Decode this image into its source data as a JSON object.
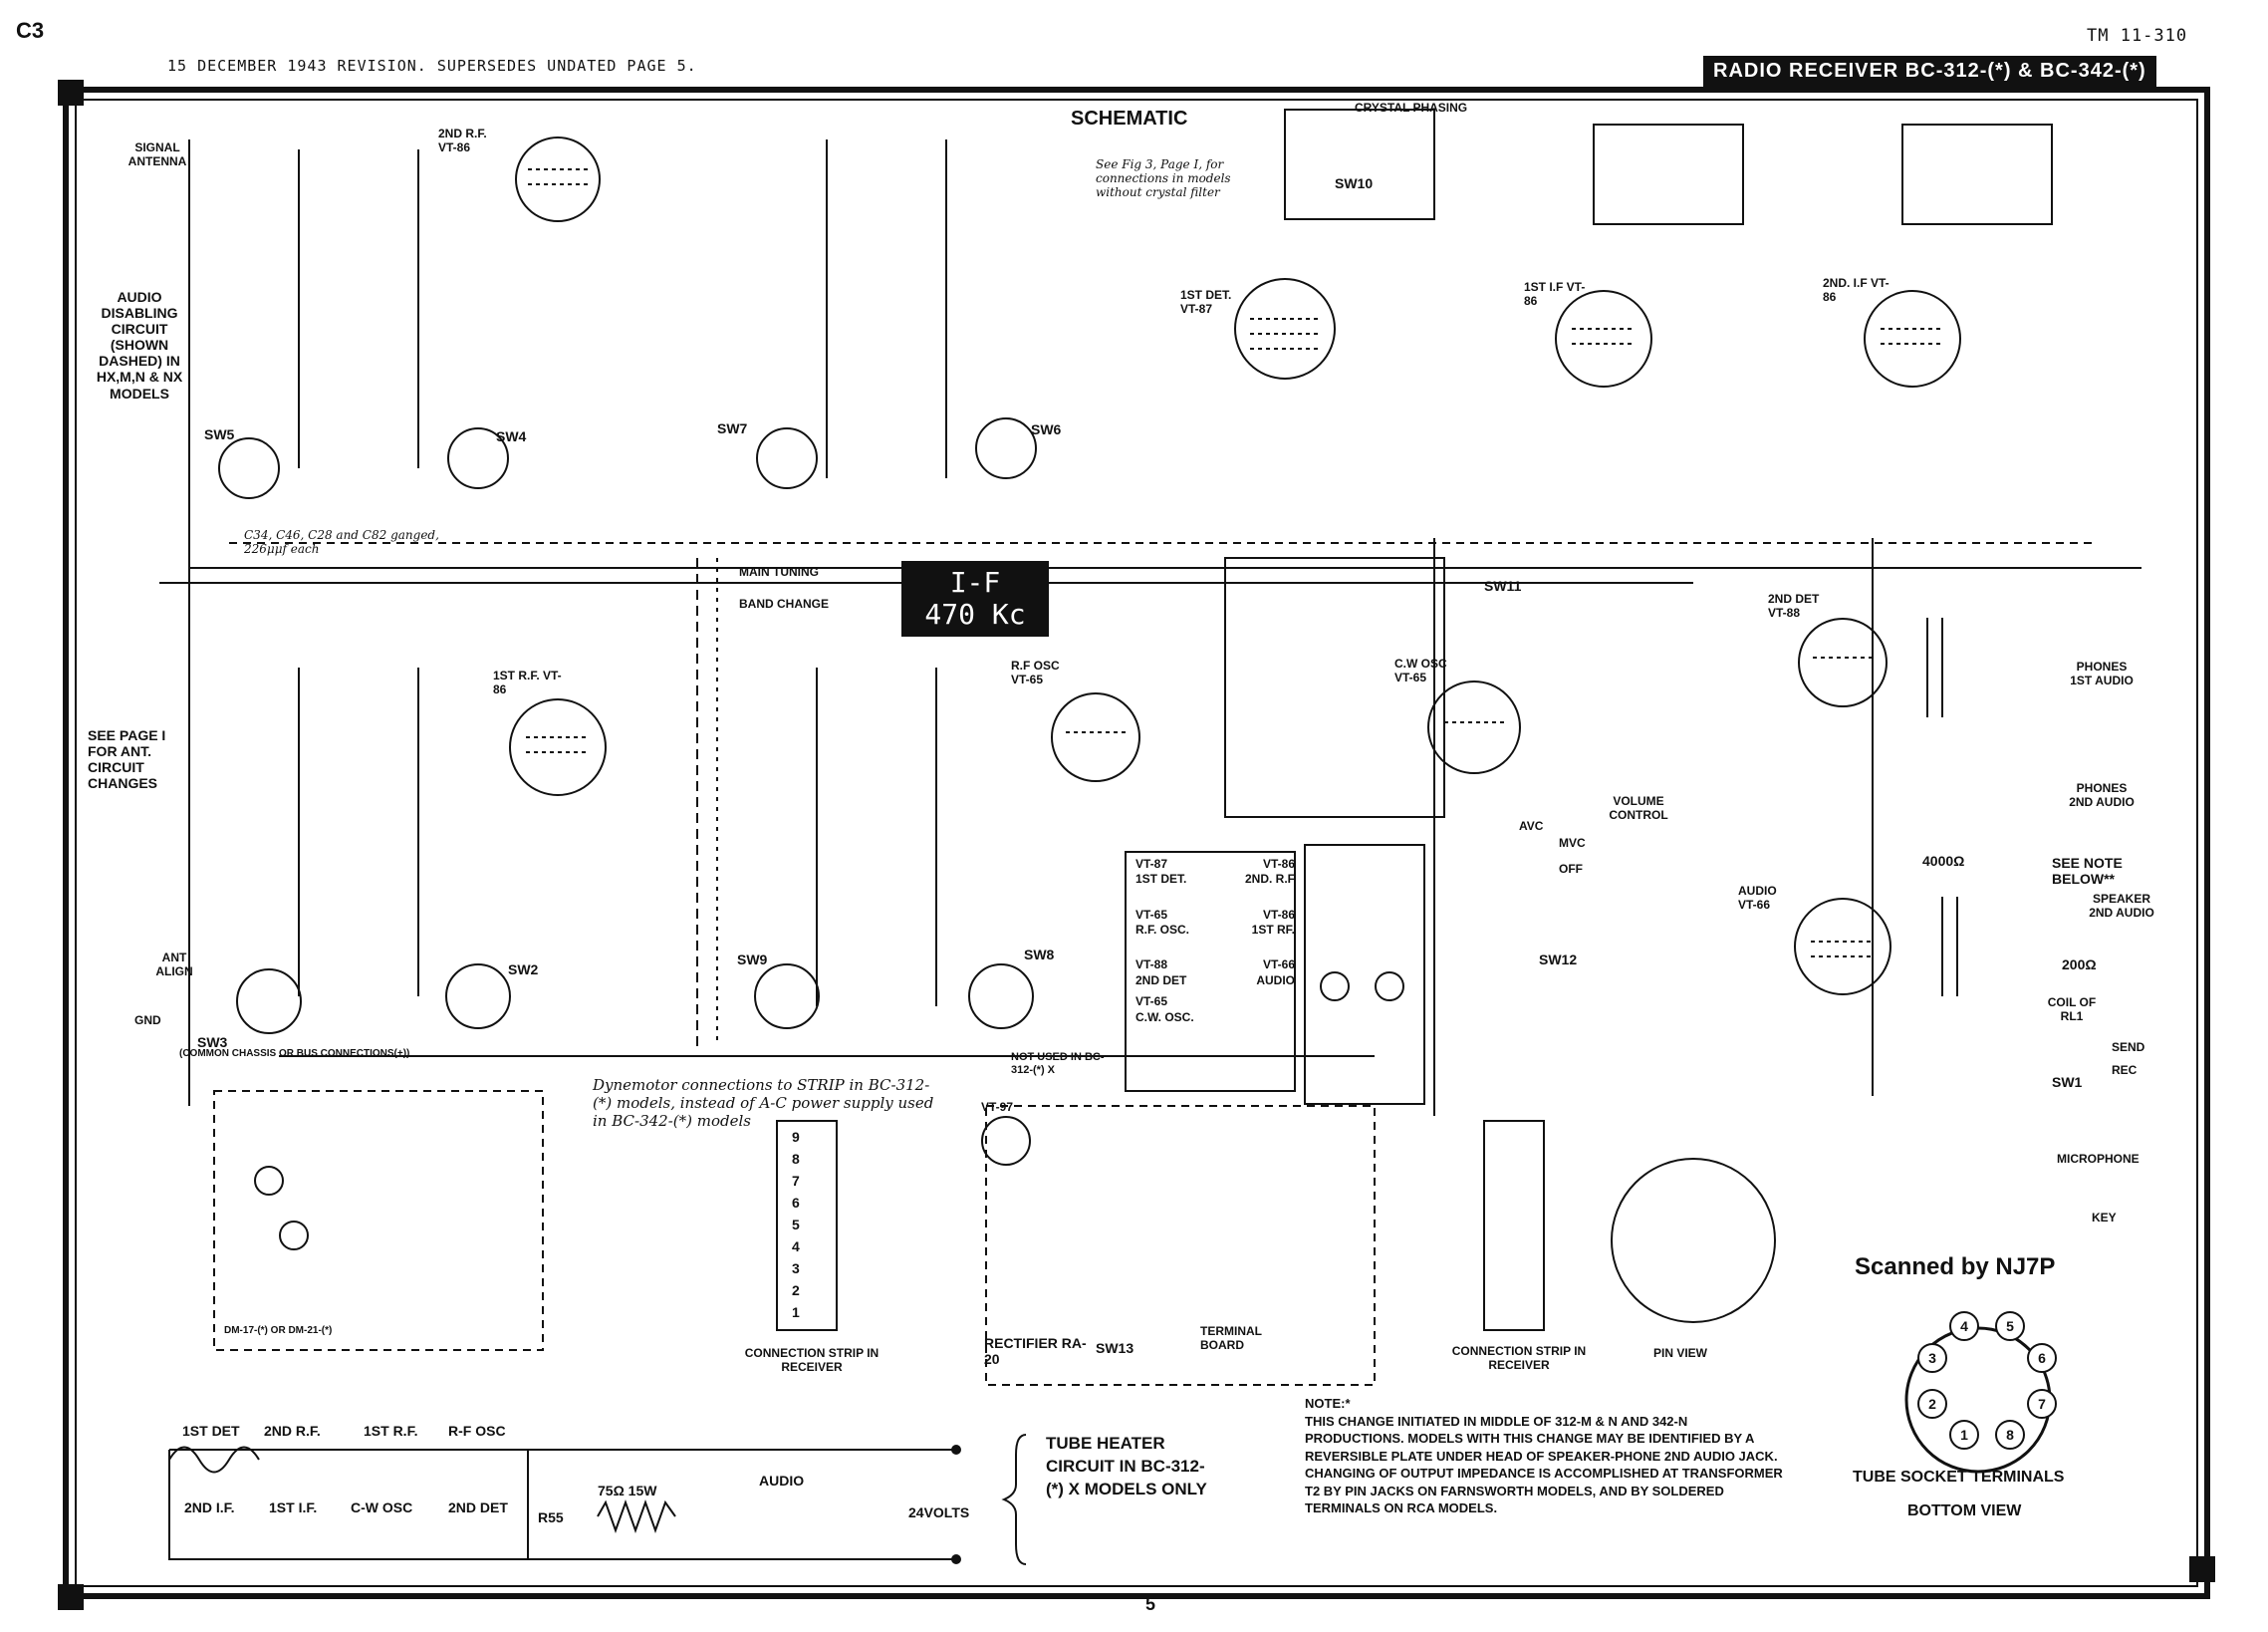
{
  "header": {
    "corner_code": "C3",
    "revision": "15 DECEMBER 1943 REVISION. SUPERSEDES UNDATED PAGE 5.",
    "manual_number": "TM 11-310",
    "banner": "RADIO RECEIVER BC-312-(*) & BC-342-(*)"
  },
  "diagram": {
    "title": "SCHEMATIC",
    "if_box": {
      "line1": "I-F",
      "line2": "470 Kc"
    },
    "signal_antenna": "SIGNAL ANTENNA",
    "audio_disabling": "AUDIO DISABLING CIRCUIT (SHOWN DASHED) IN HX,M,N & NX MODELS",
    "ant_note": "SEE PAGE I FOR ANT. CIRCUIT CHANGES",
    "ganged_note": "C34, C46, C28 and C82 ganged, 226μμf each",
    "crystal_phasing": "CRYSTAL PHASING",
    "crystal_note": "See Fig 3, Page I, for connections in models without crystal filter",
    "main_tuning": "MAIN TUNING",
    "band_change": "BAND CHANGE",
    "dynamotor_note": "Dynemotor connections to STRIP in BC-312-(*) models, instead of A-C power supply used in BC-342-(*) models",
    "common_chassis": "(COMMON CHASSIS OR BUS CONNECTIONS(+))",
    "rectifier": "RECTIFIER RA-20",
    "terminal_board": "TERMINAL BOARD",
    "connection_strip_left": "CONNECTION STRIP IN RECEIVER",
    "connection_strip_right": "CONNECTION STRIP IN RECEIVER",
    "pin_view": "PIN VIEW",
    "heater_title": "TUBE HEATER CIRCUIT IN BC-312-(*) X MODELS ONLY",
    "not_used": "NOT USED IN BC-312-(*) X",
    "dm_label": "DM-17-(*) OR DM-21-(*)",
    "volume_control": "VOLUME CONTROL",
    "microphone": "MICROPHONE",
    "key": "KEY",
    "phones_1st": "PHONES 1ST AUDIO",
    "phones_2nd": "PHONES 2ND AUDIO",
    "speaker_2nd": "SPEAKER 2ND AUDIO",
    "coil_rl1": "COIL OF RL1",
    "see_note": "SEE NOTE BELOW**",
    "ohm_4000": "4000Ω",
    "ohm_200": "200Ω",
    "avc": "AVC",
    "mvc": "MVC",
    "off": "OFF",
    "send": "SEND",
    "rec": "REC",
    "ant_align": "ANT ALIGN",
    "gnd": "GND"
  },
  "tubes": [
    {
      "label": "2ND R.F. VT-86"
    },
    {
      "label": "1ST DET. VT-87"
    },
    {
      "label": "1ST I.F VT-86"
    },
    {
      "label": "2ND. I.F VT-86"
    },
    {
      "label": "1ST R.F. VT-86"
    },
    {
      "label": "R.F OSC VT-65"
    },
    {
      "label": "C.W OSC VT-65"
    },
    {
      "label": "2ND DET VT-88"
    },
    {
      "label": "AUDIO VT-66"
    },
    {
      "label": "VT-97"
    }
  ],
  "switches": [
    "SW5",
    "SW4",
    "SW7",
    "SW6",
    "SW3",
    "SW2",
    "SW9",
    "SW8",
    "SW11",
    "SW12",
    "SW1",
    "SW13",
    "SW10"
  ],
  "heater_chain": {
    "top": [
      "1ST DET",
      "2ND R.F.",
      "1ST R.F.",
      "R-F OSC"
    ],
    "bottom": [
      "2ND I.F.",
      "1ST I.F.",
      "C-W OSC",
      "2ND DET"
    ],
    "r55": "R55",
    "r55_value": "75Ω 15W",
    "audio": "AUDIO",
    "volts": "24VOLTS"
  },
  "tube_table": [
    [
      "VT-87",
      "VT-86"
    ],
    [
      "1ST DET.",
      "2ND. R.F"
    ],
    [
      "VT-65",
      "VT-86"
    ],
    [
      "R.F. OSC.",
      "1ST RF."
    ],
    [
      "VT-88",
      "VT-66"
    ],
    [
      "2ND DET",
      "AUDIO"
    ],
    [
      "VT-65",
      ""
    ],
    [
      "C.W. OSC.",
      ""
    ]
  ],
  "strip_terminals": [
    "9",
    "8",
    "7",
    "6",
    "5",
    "4",
    "3",
    "2",
    "1"
  ],
  "socket": {
    "pins": [
      "1",
      "2",
      "3",
      "4",
      "5",
      "6",
      "7",
      "8"
    ],
    "caption_1": "TUBE SOCKET TERMINALS",
    "caption_2": "BOTTOM VIEW"
  },
  "note": {
    "label": "NOTE:*",
    "text": "THIS CHANGE INITIATED IN MIDDLE OF 312-M & N AND 342-N PRODUCTIONS. MODELS WITH THIS CHANGE MAY BE IDENTIFIED BY A REVERSIBLE PLATE UNDER HEAD OF SPEAKER-PHONE 2ND AUDIO JACK. CHANGING OF OUTPUT IMPEDANCE IS ACCOMPLISHED AT TRANSFORMER T2 BY PIN JACKS ON FARNSWORTH MODELS, AND BY SOLDERED TERMINALS ON RCA MODELS."
  },
  "scanned_by": "Scanned by NJ7P",
  "page_number": "5"
}
